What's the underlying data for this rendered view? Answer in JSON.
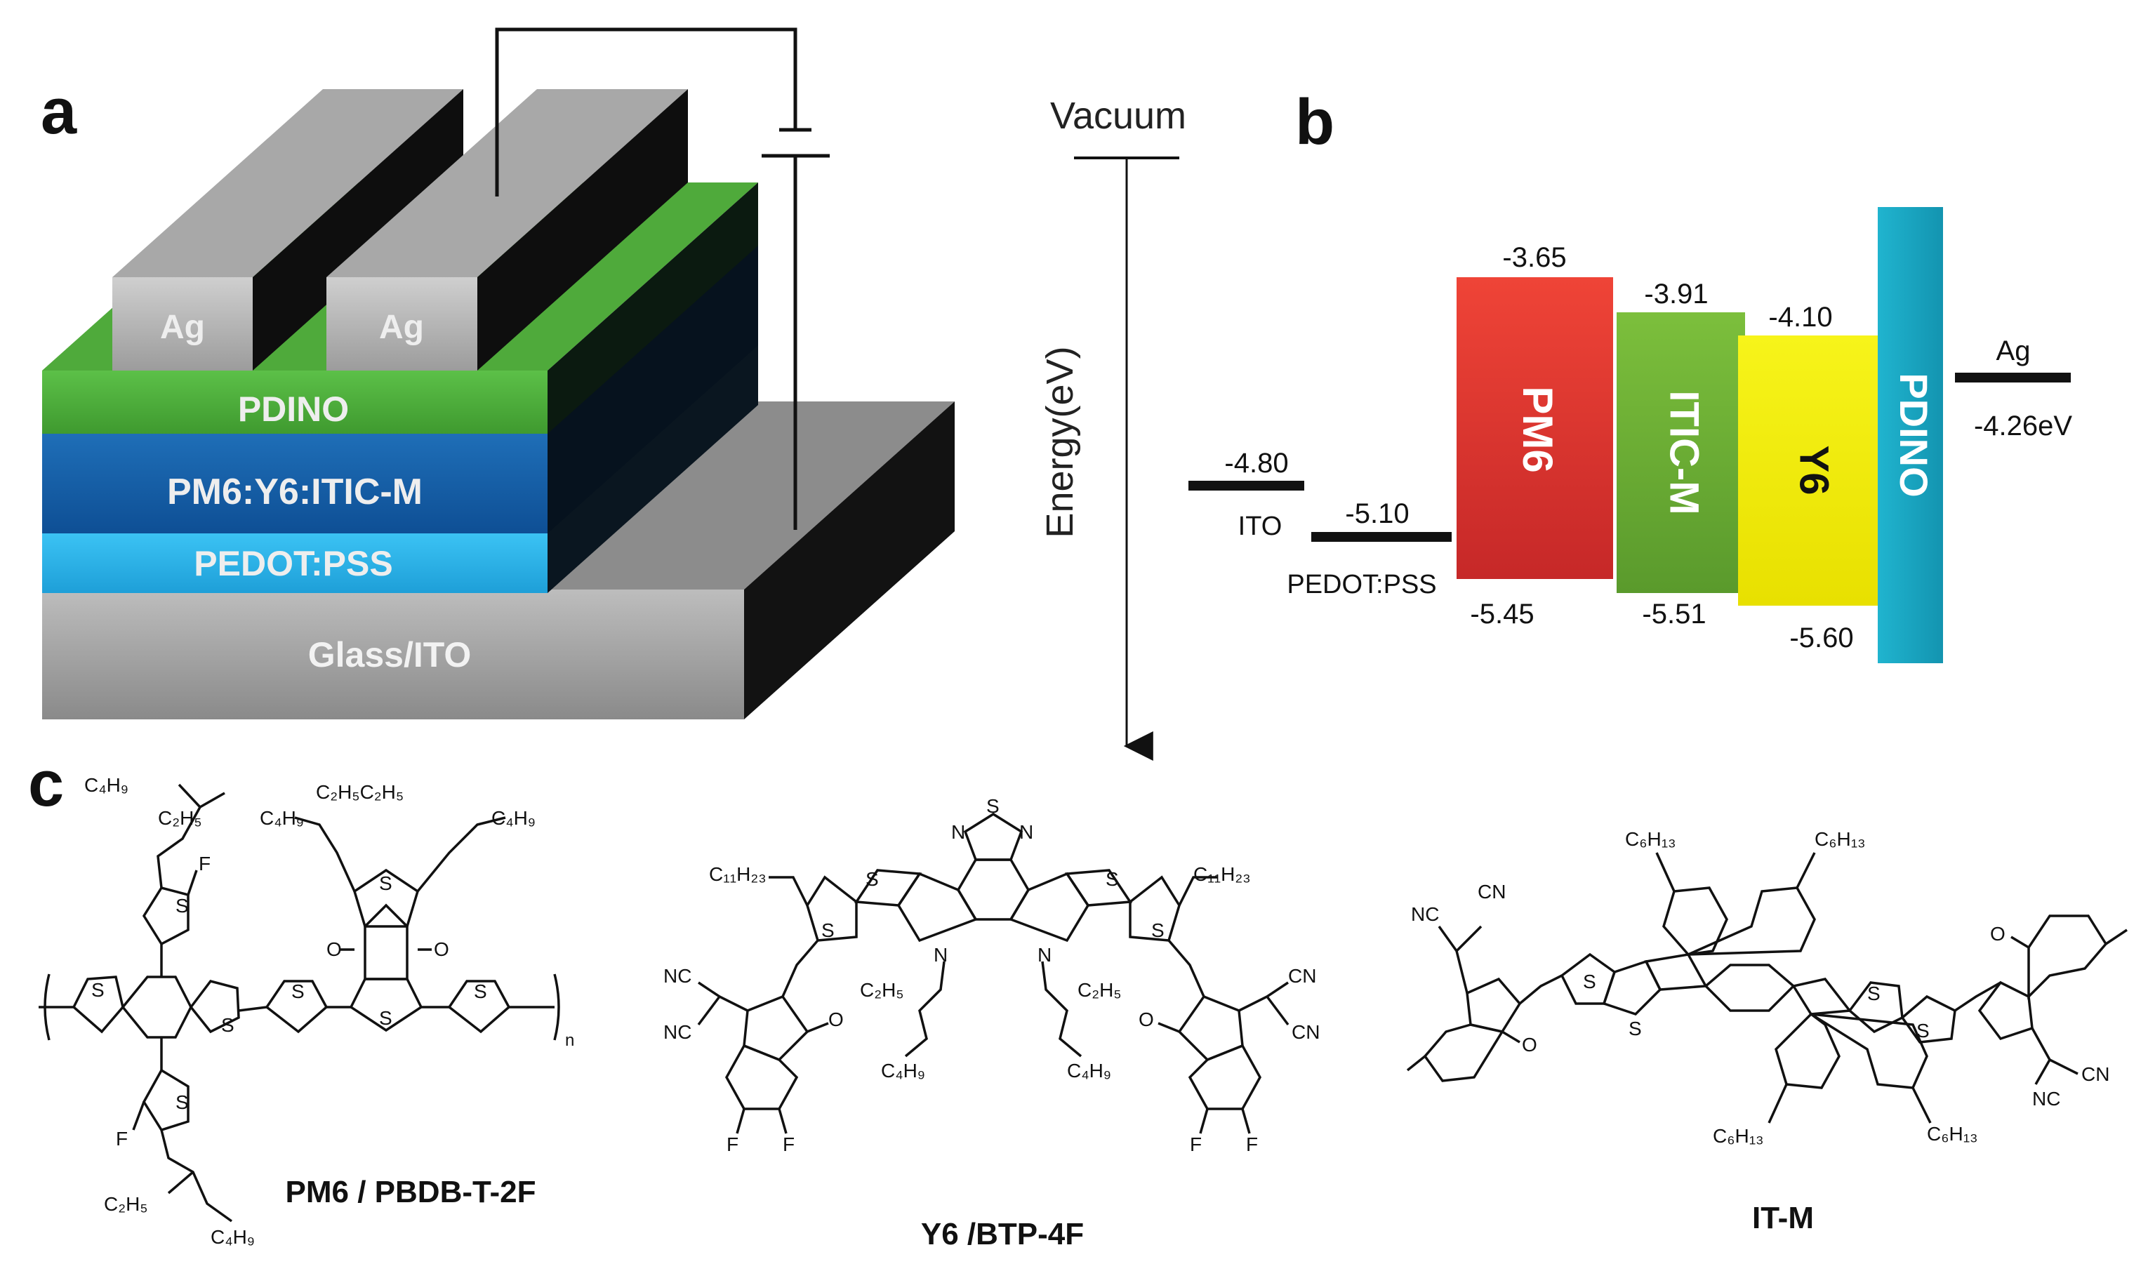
{
  "panel_a": {
    "letter": "a",
    "electrode_1": "Ag",
    "electrode_2": "Ag",
    "layers": {
      "etl": "PDINO",
      "active": "PM6:Y6:ITIC-M",
      "htl": "PEDOT:PSS",
      "substrate": "Glass/ITO"
    },
    "colors": {
      "ag": "#b3b3b3",
      "pdino": "#4caf3a",
      "active": "#1565c0",
      "pedot": "#29b6f6",
      "glass": "#9e9e9e",
      "side": "#0d0d0d"
    }
  },
  "panel_b": {
    "letter": "b",
    "vacuum_label": "Vacuum",
    "axis_label": "Energy(eV)",
    "levels": {
      "ito": {
        "name": "ITO",
        "value": "-4.80"
      },
      "pedot": {
        "name": "PEDOT:PSS",
        "value": "-5.10"
      },
      "ag": {
        "name": "Ag",
        "value": "-4.26eV"
      }
    },
    "bands": [
      {
        "name": "PM6",
        "lumo": "-3.65",
        "homo": "-5.45",
        "color": "#e53935"
      },
      {
        "name": "ITIC-M",
        "lumo": "-3.91",
        "homo": "-5.51",
        "color": "#6aa832"
      },
      {
        "name": "Y6",
        "lumo": "-4.10",
        "homo": "-5.60",
        "color": "#f4f000"
      },
      {
        "name": "PDINO",
        "color": "#1aa5c1"
      }
    ]
  },
  "panel_c": {
    "letter": "c",
    "molecules": [
      {
        "caption": "PM6 / PBDB-T-2F"
      },
      {
        "caption": "Y6 /BTP-4F"
      },
      {
        "caption": "IT-M"
      }
    ],
    "pm6_labels": {
      "c4h9_1": "C₄H₉",
      "c2h5_1": "C₂H₅",
      "f_1": "F",
      "s_1": "S",
      "c4h9_2": "C₄H₉",
      "c2h5c2h5": "C₂H₅C₂H₅",
      "c4h9_3": "C₄H₉",
      "s_2": "S",
      "o_1": "O",
      "o_2": "O",
      "s_3": "S",
      "s_4": "S",
      "s_5": "S",
      "s_6": "S",
      "s_7": "S",
      "n": "n",
      "s_8": "S",
      "f_2": "F",
      "c2h5_2": "C₂H₅",
      "c4h9_4": "C₄H₉"
    },
    "y6_labels": {
      "n1": "N",
      "s_top": "S",
      "n2": "N",
      "c11h23_l": "C₁₁H₂₃",
      "c11h23_r": "C₁₁H₂₃",
      "s1": "S",
      "s2": "S",
      "s3": "S",
      "s4": "S",
      "nN1": "N",
      "nN2": "N",
      "c2h5_l": "C₂H₅",
      "c2h5_r": "C₂H₅",
      "c4h9_l": "C₄H₉",
      "c4h9_r": "C₄H₉",
      "nc_l1": "NC",
      "nc_l2": "NC",
      "cn_r1": "CN",
      "cn_r2": "CN",
      "o_l": "O",
      "o_r": "O",
      "f1": "F",
      "f2": "F",
      "f3": "F",
      "f4": "F"
    },
    "itm_labels": {
      "c6h13_1": "C₆H₁₃",
      "c6h13_2": "C₆H₁₃",
      "c6h13_3": "C₆H₁₃",
      "c6h13_4": "C₆H₁₃",
      "nc_l": "NC",
      "cn_l": "CN",
      "o_l": "O",
      "s1": "S",
      "s2": "S",
      "s3": "S",
      "s4": "S",
      "o_r": "O",
      "nc_r": "NC",
      "cn_r": "CN"
    }
  }
}
